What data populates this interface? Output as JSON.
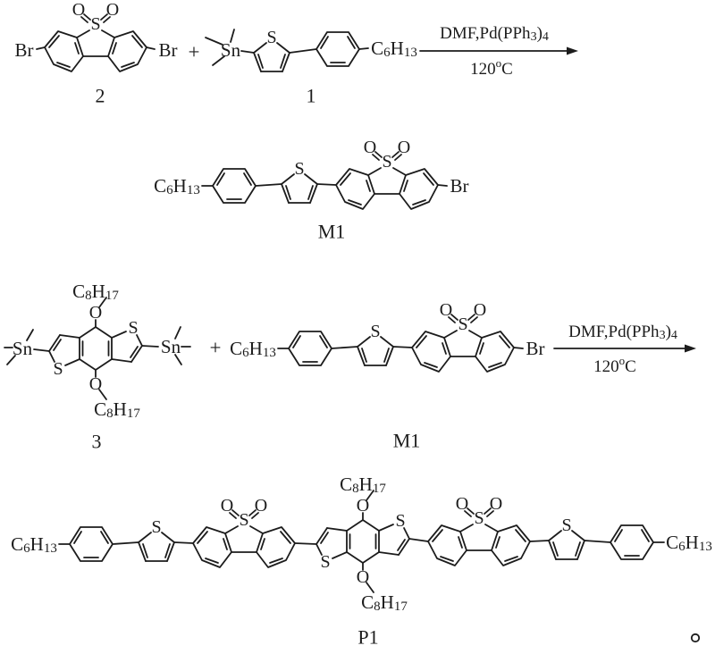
{
  "page": {
    "background_color": "#ffffff",
    "ink_color": "#1c1c1c"
  },
  "atoms": {
    "sulfur": "S",
    "oxygen": "O",
    "bromine": "Br",
    "tin": "Sn"
  },
  "operators": {
    "plus": "+",
    "period": "。"
  },
  "substituents": {
    "hexyl": {
      "c": "C",
      "n6": "6",
      "h": "H",
      "n13": "13"
    },
    "octyl": {
      "c": "C",
      "n8": "8",
      "h": "H",
      "n17": "17"
    }
  },
  "conditions": {
    "reagent_main": "DMF,Pd(PPh",
    "reagent_sub3": "3",
    "reagent_paren": ")",
    "reagent_sub4": "4",
    "temp_value": "120",
    "temp_degree": "o",
    "temp_unit": "C"
  },
  "labels": {
    "compound2": "2",
    "compound1": "1",
    "monomer_m1": "M1",
    "compound3": "3",
    "polymer_p1": "P1"
  }
}
